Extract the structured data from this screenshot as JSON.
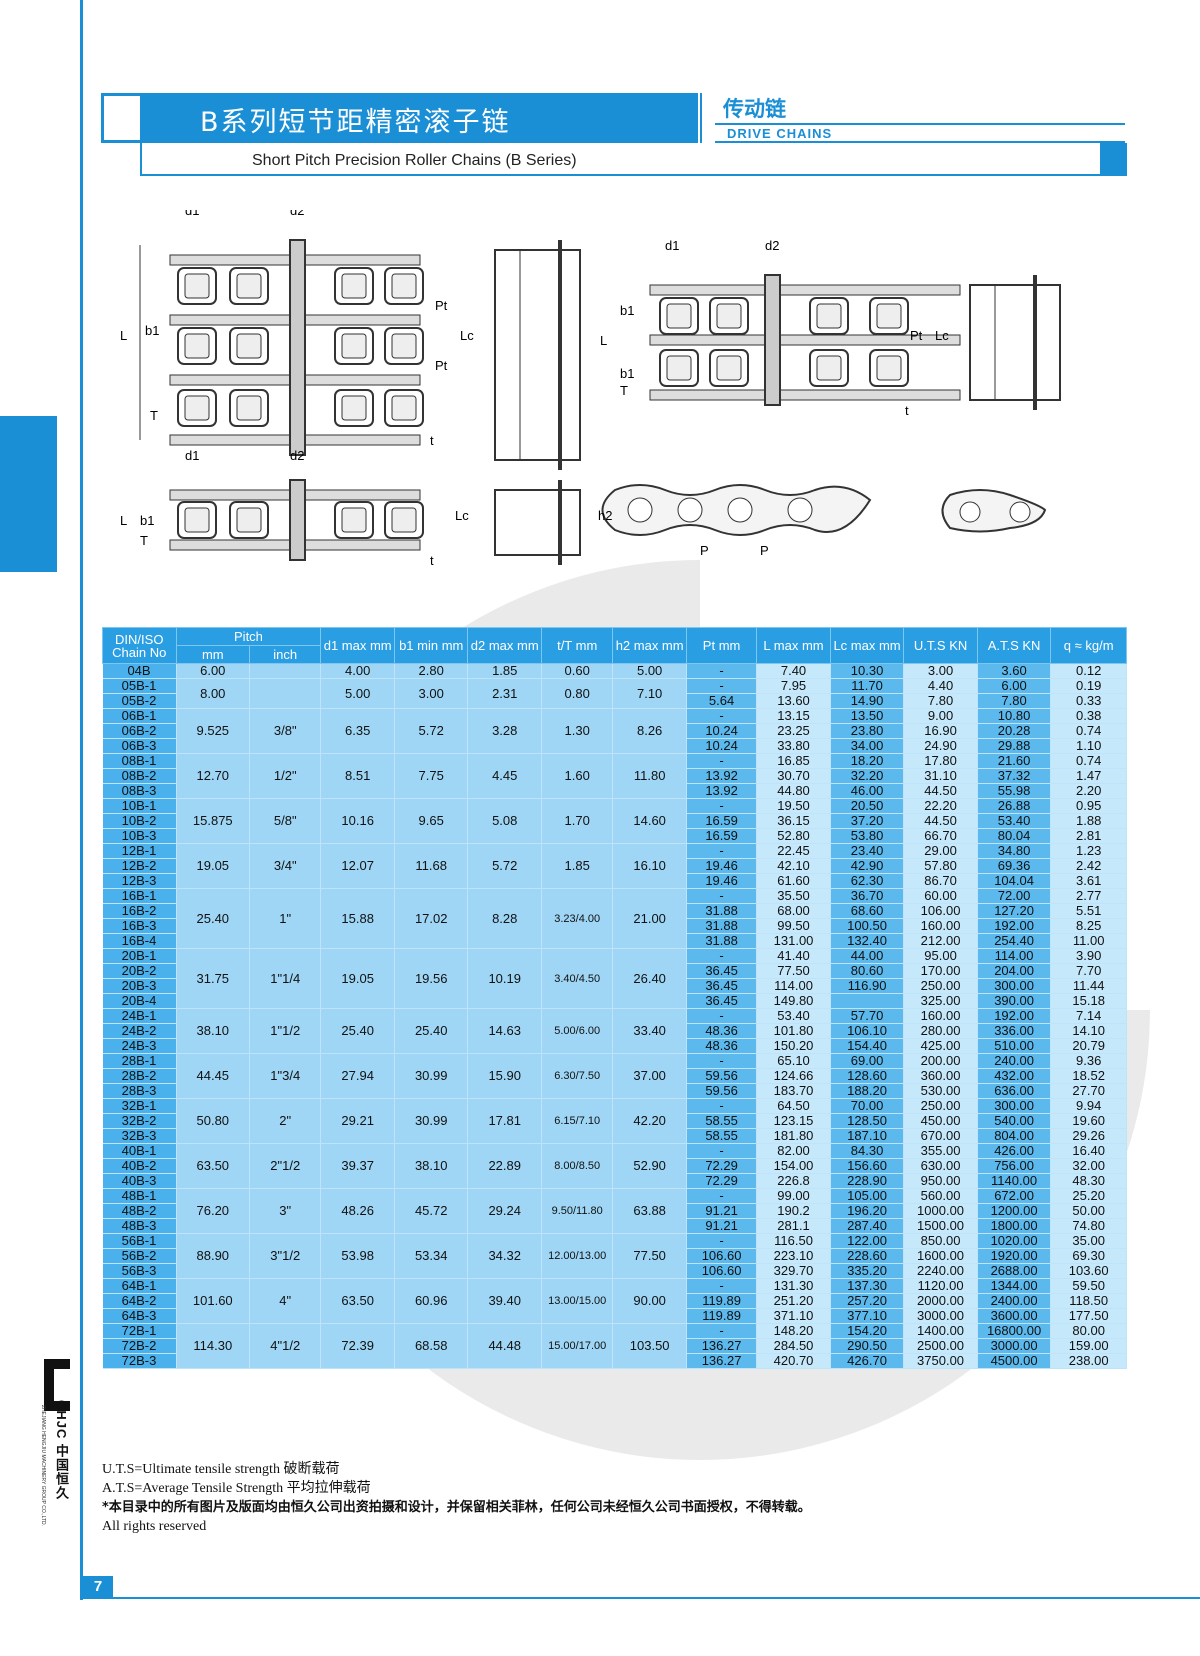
{
  "header": {
    "title_cn": "B系列短节距精密滚子链",
    "subtitle_en": "Short Pitch Precision Roller Chains (B Series)",
    "section_cn": "传动链",
    "section_en": "DRIVE CHAINS"
  },
  "diagram_labels": {
    "d1": "d1",
    "d2": "d2",
    "L": "L",
    "b1": "b1",
    "T": "T",
    "t": "t",
    "Pt": "Pt",
    "Lc": "Lc",
    "h2": "h2",
    "P": "P"
  },
  "table": {
    "headers": {
      "chain_no": "DIN/ISO Chain No",
      "pitch": "Pitch",
      "pitch_mm": "mm",
      "pitch_inch": "inch",
      "d1": "d1 max mm",
      "b1": "b1 min mm",
      "d2": "d2 max mm",
      "tT": "t/T mm",
      "h2": "h2 max mm",
      "pt": "Pt mm",
      "L": "L max mm",
      "Lc": "Lc max mm",
      "uts": "U.T.S KN",
      "ats": "A.T.S KN",
      "q": "q ≈ kg/m"
    },
    "groups": [
      {
        "pitch_mm": "6.00",
        "pitch_in": "",
        "d1": "4.00",
        "b1": "2.80",
        "d2": "1.85",
        "tT": "0.60",
        "h2": "5.00",
        "rows": [
          {
            "no": "04B",
            "pt": "-",
            "L": "7.40",
            "Lc": "10.30",
            "uts": "3.00",
            "ats": "3.60",
            "q": "0.12"
          }
        ]
      },
      {
        "pitch_mm": "8.00",
        "pitch_in": "",
        "d1": "5.00",
        "b1": "3.00",
        "d2": "2.31",
        "tT": "0.80",
        "h2": "7.10",
        "rows": [
          {
            "no": "05B-1",
            "pt": "-",
            "L": "7.95",
            "Lc": "11.70",
            "uts": "4.40",
            "ats": "6.00",
            "q": "0.19"
          },
          {
            "no": "05B-2",
            "pt": "5.64",
            "L": "13.60",
            "Lc": "14.90",
            "uts": "7.80",
            "ats": "7.80",
            "q": "0.33"
          }
        ]
      },
      {
        "pitch_mm": "9.525",
        "pitch_in": "3/8\"",
        "d1": "6.35",
        "b1": "5.72",
        "d2": "3.28",
        "tT": "1.30",
        "h2": "8.26",
        "rows": [
          {
            "no": "06B-1",
            "pt": "-",
            "L": "13.15",
            "Lc": "13.50",
            "uts": "9.00",
            "ats": "10.80",
            "q": "0.38"
          },
          {
            "no": "06B-2",
            "pt": "10.24",
            "L": "23.25",
            "Lc": "23.80",
            "uts": "16.90",
            "ats": "20.28",
            "q": "0.74"
          },
          {
            "no": "06B-3",
            "pt": "10.24",
            "L": "33.80",
            "Lc": "34.00",
            "uts": "24.90",
            "ats": "29.88",
            "q": "1.10"
          }
        ]
      },
      {
        "pitch_mm": "12.70",
        "pitch_in": "1/2\"",
        "d1": "8.51",
        "b1": "7.75",
        "d2": "4.45",
        "tT": "1.60",
        "h2": "11.80",
        "rows": [
          {
            "no": "08B-1",
            "pt": "-",
            "L": "16.85",
            "Lc": "18.20",
            "uts": "17.80",
            "ats": "21.60",
            "q": "0.74"
          },
          {
            "no": "08B-2",
            "pt": "13.92",
            "L": "30.70",
            "Lc": "32.20",
            "uts": "31.10",
            "ats": "37.32",
            "q": "1.47"
          },
          {
            "no": "08B-3",
            "pt": "13.92",
            "L": "44.80",
            "Lc": "46.00",
            "uts": "44.50",
            "ats": "55.98",
            "q": "2.20"
          }
        ]
      },
      {
        "pitch_mm": "15.875",
        "pitch_in": "5/8\"",
        "d1": "10.16",
        "b1": "9.65",
        "d2": "5.08",
        "tT": "1.70",
        "h2": "14.60",
        "rows": [
          {
            "no": "10B-1",
            "pt": "-",
            "L": "19.50",
            "Lc": "20.50",
            "uts": "22.20",
            "ats": "26.88",
            "q": "0.95"
          },
          {
            "no": "10B-2",
            "pt": "16.59",
            "L": "36.15",
            "Lc": "37.20",
            "uts": "44.50",
            "ats": "53.40",
            "q": "1.88"
          },
          {
            "no": "10B-3",
            "pt": "16.59",
            "L": "52.80",
            "Lc": "53.80",
            "uts": "66.70",
            "ats": "80.04",
            "q": "2.81"
          }
        ]
      },
      {
        "pitch_mm": "19.05",
        "pitch_in": "3/4\"",
        "d1": "12.07",
        "b1": "11.68",
        "d2": "5.72",
        "tT": "1.85",
        "h2": "16.10",
        "rows": [
          {
            "no": "12B-1",
            "pt": "-",
            "L": "22.45",
            "Lc": "23.40",
            "uts": "29.00",
            "ats": "34.80",
            "q": "1.23"
          },
          {
            "no": "12B-2",
            "pt": "19.46",
            "L": "42.10",
            "Lc": "42.90",
            "uts": "57.80",
            "ats": "69.36",
            "q": "2.42"
          },
          {
            "no": "12B-3",
            "pt": "19.46",
            "L": "61.60",
            "Lc": "62.30",
            "uts": "86.70",
            "ats": "104.04",
            "q": "3.61"
          }
        ]
      },
      {
        "pitch_mm": "25.40",
        "pitch_in": "1\"",
        "d1": "15.88",
        "b1": "17.02",
        "d2": "8.28",
        "tT": "3.23/4.00",
        "h2": "21.00",
        "rows": [
          {
            "no": "16B-1",
            "pt": "-",
            "L": "35.50",
            "Lc": "36.70",
            "uts": "60.00",
            "ats": "72.00",
            "q": "2.77"
          },
          {
            "no": "16B-2",
            "pt": "31.88",
            "L": "68.00",
            "Lc": "68.60",
            "uts": "106.00",
            "ats": "127.20",
            "q": "5.51"
          },
          {
            "no": "16B-3",
            "pt": "31.88",
            "L": "99.50",
            "Lc": "100.50",
            "uts": "160.00",
            "ats": "192.00",
            "q": "8.25"
          },
          {
            "no": "16B-4",
            "pt": "31.88",
            "L": "131.00",
            "Lc": "132.40",
            "uts": "212.00",
            "ats": "254.40",
            "q": "11.00"
          }
        ]
      },
      {
        "pitch_mm": "31.75",
        "pitch_in": "1\"1/4",
        "d1": "19.05",
        "b1": "19.56",
        "d2": "10.19",
        "tT": "3.40/4.50",
        "h2": "26.40",
        "rows": [
          {
            "no": "20B-1",
            "pt": "-",
            "L": "41.40",
            "Lc": "44.00",
            "uts": "95.00",
            "ats": "114.00",
            "q": "3.90"
          },
          {
            "no": "20B-2",
            "pt": "36.45",
            "L": "77.50",
            "Lc": "80.60",
            "uts": "170.00",
            "ats": "204.00",
            "q": "7.70"
          },
          {
            "no": "20B-3",
            "pt": "36.45",
            "L": "114.00",
            "Lc": "116.90",
            "uts": "250.00",
            "ats": "300.00",
            "q": "11.44"
          },
          {
            "no": "20B-4",
            "pt": "36.45",
            "L": "149.80",
            "Lc": "",
            "uts": "325.00",
            "ats": "390.00",
            "q": "15.18"
          }
        ]
      },
      {
        "pitch_mm": "38.10",
        "pitch_in": "1\"1/2",
        "d1": "25.40",
        "b1": "25.40",
        "d2": "14.63",
        "tT": "5.00/6.00",
        "h2": "33.40",
        "rows": [
          {
            "no": "24B-1",
            "pt": "-",
            "L": "53.40",
            "Lc": "57.70",
            "uts": "160.00",
            "ats": "192.00",
            "q": "7.14"
          },
          {
            "no": "24B-2",
            "pt": "48.36",
            "L": "101.80",
            "Lc": "106.10",
            "uts": "280.00",
            "ats": "336.00",
            "q": "14.10"
          },
          {
            "no": "24B-3",
            "pt": "48.36",
            "L": "150.20",
            "Lc": "154.40",
            "uts": "425.00",
            "ats": "510.00",
            "q": "20.79"
          }
        ]
      },
      {
        "pitch_mm": "44.45",
        "pitch_in": "1\"3/4",
        "d1": "27.94",
        "b1": "30.99",
        "d2": "15.90",
        "tT": "6.30/7.50",
        "h2": "37.00",
        "rows": [
          {
            "no": "28B-1",
            "pt": "-",
            "L": "65.10",
            "Lc": "69.00",
            "uts": "200.00",
            "ats": "240.00",
            "q": "9.36"
          },
          {
            "no": "28B-2",
            "pt": "59.56",
            "L": "124.66",
            "Lc": "128.60",
            "uts": "360.00",
            "ats": "432.00",
            "q": "18.52"
          },
          {
            "no": "28B-3",
            "pt": "59.56",
            "L": "183.70",
            "Lc": "188.20",
            "uts": "530.00",
            "ats": "636.00",
            "q": "27.70"
          }
        ]
      },
      {
        "pitch_mm": "50.80",
        "pitch_in": "2\"",
        "d1": "29.21",
        "b1": "30.99",
        "d2": "17.81",
        "tT": "6.15/7.10",
        "h2": "42.20",
        "rows": [
          {
            "no": "32B-1",
            "pt": "-",
            "L": "64.50",
            "Lc": "70.00",
            "uts": "250.00",
            "ats": "300.00",
            "q": "9.94"
          },
          {
            "no": "32B-2",
            "pt": "58.55",
            "L": "123.15",
            "Lc": "128.50",
            "uts": "450.00",
            "ats": "540.00",
            "q": "19.60"
          },
          {
            "no": "32B-3",
            "pt": "58.55",
            "L": "181.80",
            "Lc": "187.10",
            "uts": "670.00",
            "ats": "804.00",
            "q": "29.26"
          }
        ]
      },
      {
        "pitch_mm": "63.50",
        "pitch_in": "2\"1/2",
        "d1": "39.37",
        "b1": "38.10",
        "d2": "22.89",
        "tT": "8.00/8.50",
        "h2": "52.90",
        "rows": [
          {
            "no": "40B-1",
            "pt": "-",
            "L": "82.00",
            "Lc": "84.30",
            "uts": "355.00",
            "ats": "426.00",
            "q": "16.40"
          },
          {
            "no": "40B-2",
            "pt": "72.29",
            "L": "154.00",
            "Lc": "156.60",
            "uts": "630.00",
            "ats": "756.00",
            "q": "32.00"
          },
          {
            "no": "40B-3",
            "pt": "72.29",
            "L": "226.8",
            "Lc": "228.90",
            "uts": "950.00",
            "ats": "1140.00",
            "q": "48.30"
          }
        ]
      },
      {
        "pitch_mm": "76.20",
        "pitch_in": "3\"",
        "d1": "48.26",
        "b1": "45.72",
        "d2": "29.24",
        "tT": "9.50/11.80",
        "h2": "63.88",
        "rows": [
          {
            "no": "48B-1",
            "pt": "-",
            "L": "99.00",
            "Lc": "105.00",
            "uts": "560.00",
            "ats": "672.00",
            "q": "25.20"
          },
          {
            "no": "48B-2",
            "pt": "91.21",
            "L": "190.2",
            "Lc": "196.20",
            "uts": "1000.00",
            "ats": "1200.00",
            "q": "50.00"
          },
          {
            "no": "48B-3",
            "pt": "91.21",
            "L": "281.1",
            "Lc": "287.40",
            "uts": "1500.00",
            "ats": "1800.00",
            "q": "74.80"
          }
        ]
      },
      {
        "pitch_mm": "88.90",
        "pitch_in": "3\"1/2",
        "d1": "53.98",
        "b1": "53.34",
        "d2": "34.32",
        "tT": "12.00/13.00",
        "h2": "77.50",
        "rows": [
          {
            "no": "56B-1",
            "pt": "-",
            "L": "116.50",
            "Lc": "122.00",
            "uts": "850.00",
            "ats": "1020.00",
            "q": "35.00"
          },
          {
            "no": "56B-2",
            "pt": "106.60",
            "L": "223.10",
            "Lc": "228.60",
            "uts": "1600.00",
            "ats": "1920.00",
            "q": "69.30"
          },
          {
            "no": "56B-3",
            "pt": "106.60",
            "L": "329.70",
            "Lc": "335.20",
            "uts": "2240.00",
            "ats": "2688.00",
            "q": "103.60"
          }
        ]
      },
      {
        "pitch_mm": "101.60",
        "pitch_in": "4\"",
        "d1": "63.50",
        "b1": "60.96",
        "d2": "39.40",
        "tT": "13.00/15.00",
        "h2": "90.00",
        "rows": [
          {
            "no": "64B-1",
            "pt": "-",
            "L": "131.30",
            "Lc": "137.30",
            "uts": "1120.00",
            "ats": "1344.00",
            "q": "59.50"
          },
          {
            "no": "64B-2",
            "pt": "119.89",
            "L": "251.20",
            "Lc": "257.20",
            "uts": "2000.00",
            "ats": "2400.00",
            "q": "118.50"
          },
          {
            "no": "64B-3",
            "pt": "119.89",
            "L": "371.10",
            "Lc": "377.10",
            "uts": "3000.00",
            "ats": "3600.00",
            "q": "177.50"
          }
        ]
      },
      {
        "pitch_mm": "114.30",
        "pitch_in": "4\"1/2",
        "d1": "72.39",
        "b1": "68.58",
        "d2": "44.48",
        "tT": "15.00/17.00",
        "h2": "103.50",
        "rows": [
          {
            "no": "72B-1",
            "pt": "-",
            "L": "148.20",
            "Lc": "154.20",
            "uts": "1400.00",
            "ats": "16800.00",
            "q": "80.00"
          },
          {
            "no": "72B-2",
            "pt": "136.27",
            "L": "284.50",
            "Lc": "290.50",
            "uts": "2500.00",
            "ats": "3000.00",
            "q": "159.00"
          },
          {
            "no": "72B-3",
            "pt": "136.27",
            "L": "420.70",
            "Lc": "426.70",
            "uts": "3750.00",
            "ats": "4500.00",
            "q": "238.00"
          }
        ]
      }
    ]
  },
  "notes": {
    "uts": "U.T.S=Ultimate tensile strength 破断载荷",
    "ats": "A.T.S=Average Tensile Strength 平均拉伸载荷",
    "copyright_cn": "*本目录中的所有图片及版面均由恒久公司出资拍摄和设计，并保留相关菲林，任何公司未经恒久公司书面授权，不得转载。",
    "rights": "All rights reserved"
  },
  "logo": {
    "brand": "CHJC 中国恒久",
    "sub": "ZHEJIANG HENGJIU MACHINERY GROUP CO.,LTD."
  },
  "page_number": "7",
  "colors": {
    "accent": "#1a8fd6",
    "header_cell": "#2a9ee3",
    "row_dark": "#4ab1ec",
    "row_mid": "#9fd6f5",
    "row_light": "#c6e8fb"
  }
}
